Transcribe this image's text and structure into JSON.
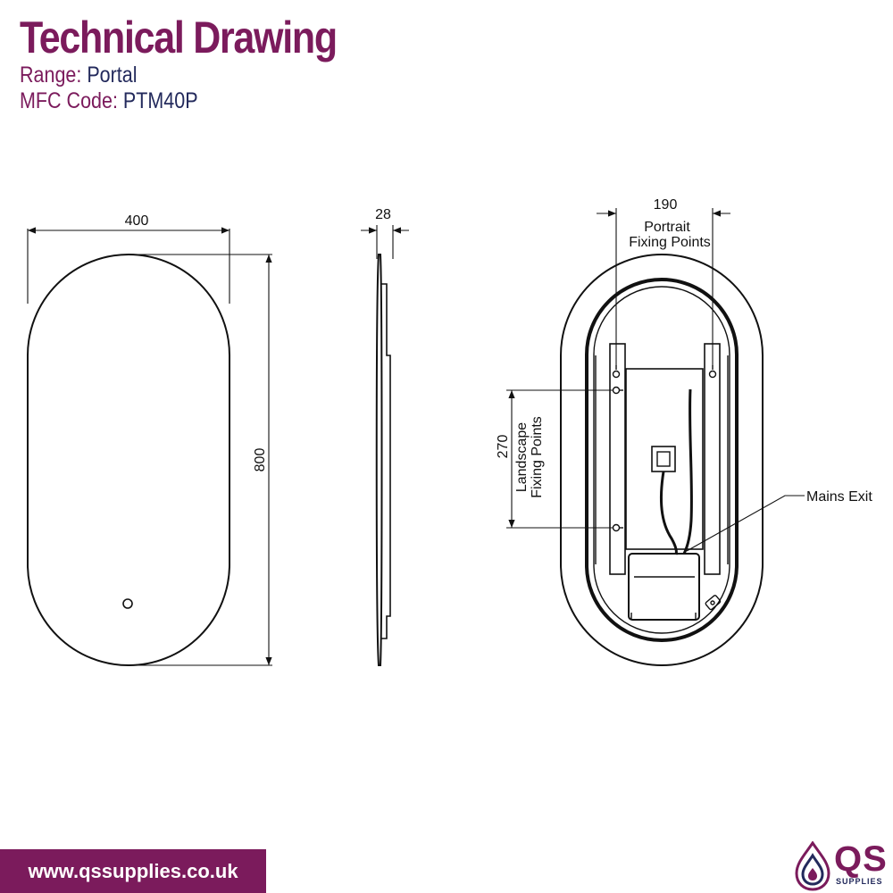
{
  "header": {
    "title": "Technical Drawing",
    "range_label": "Range:",
    "range_value": "Portal",
    "mfc_label": "MFC Code:",
    "mfc_value": "PTM40P"
  },
  "dimensions": {
    "width": "400",
    "height": "800",
    "depth": "28",
    "portrait_spacing": "190",
    "landscape_spacing": "270"
  },
  "labels": {
    "portrait_line1": "Portrait",
    "portrait_line2": "Fixing Points",
    "landscape_line1": "Landscape",
    "landscape_line2": "Fixing Points",
    "mains_exit": "Mains Exit"
  },
  "footer": {
    "website": "www.qssupplies.co.uk"
  },
  "logo": {
    "brand": "QS",
    "sub": "SUPPLIES",
    "icon": "droplet-logo-icon"
  },
  "colors": {
    "brand": "#7b1b5c",
    "navy": "#232a5c",
    "line": "#111111"
  }
}
